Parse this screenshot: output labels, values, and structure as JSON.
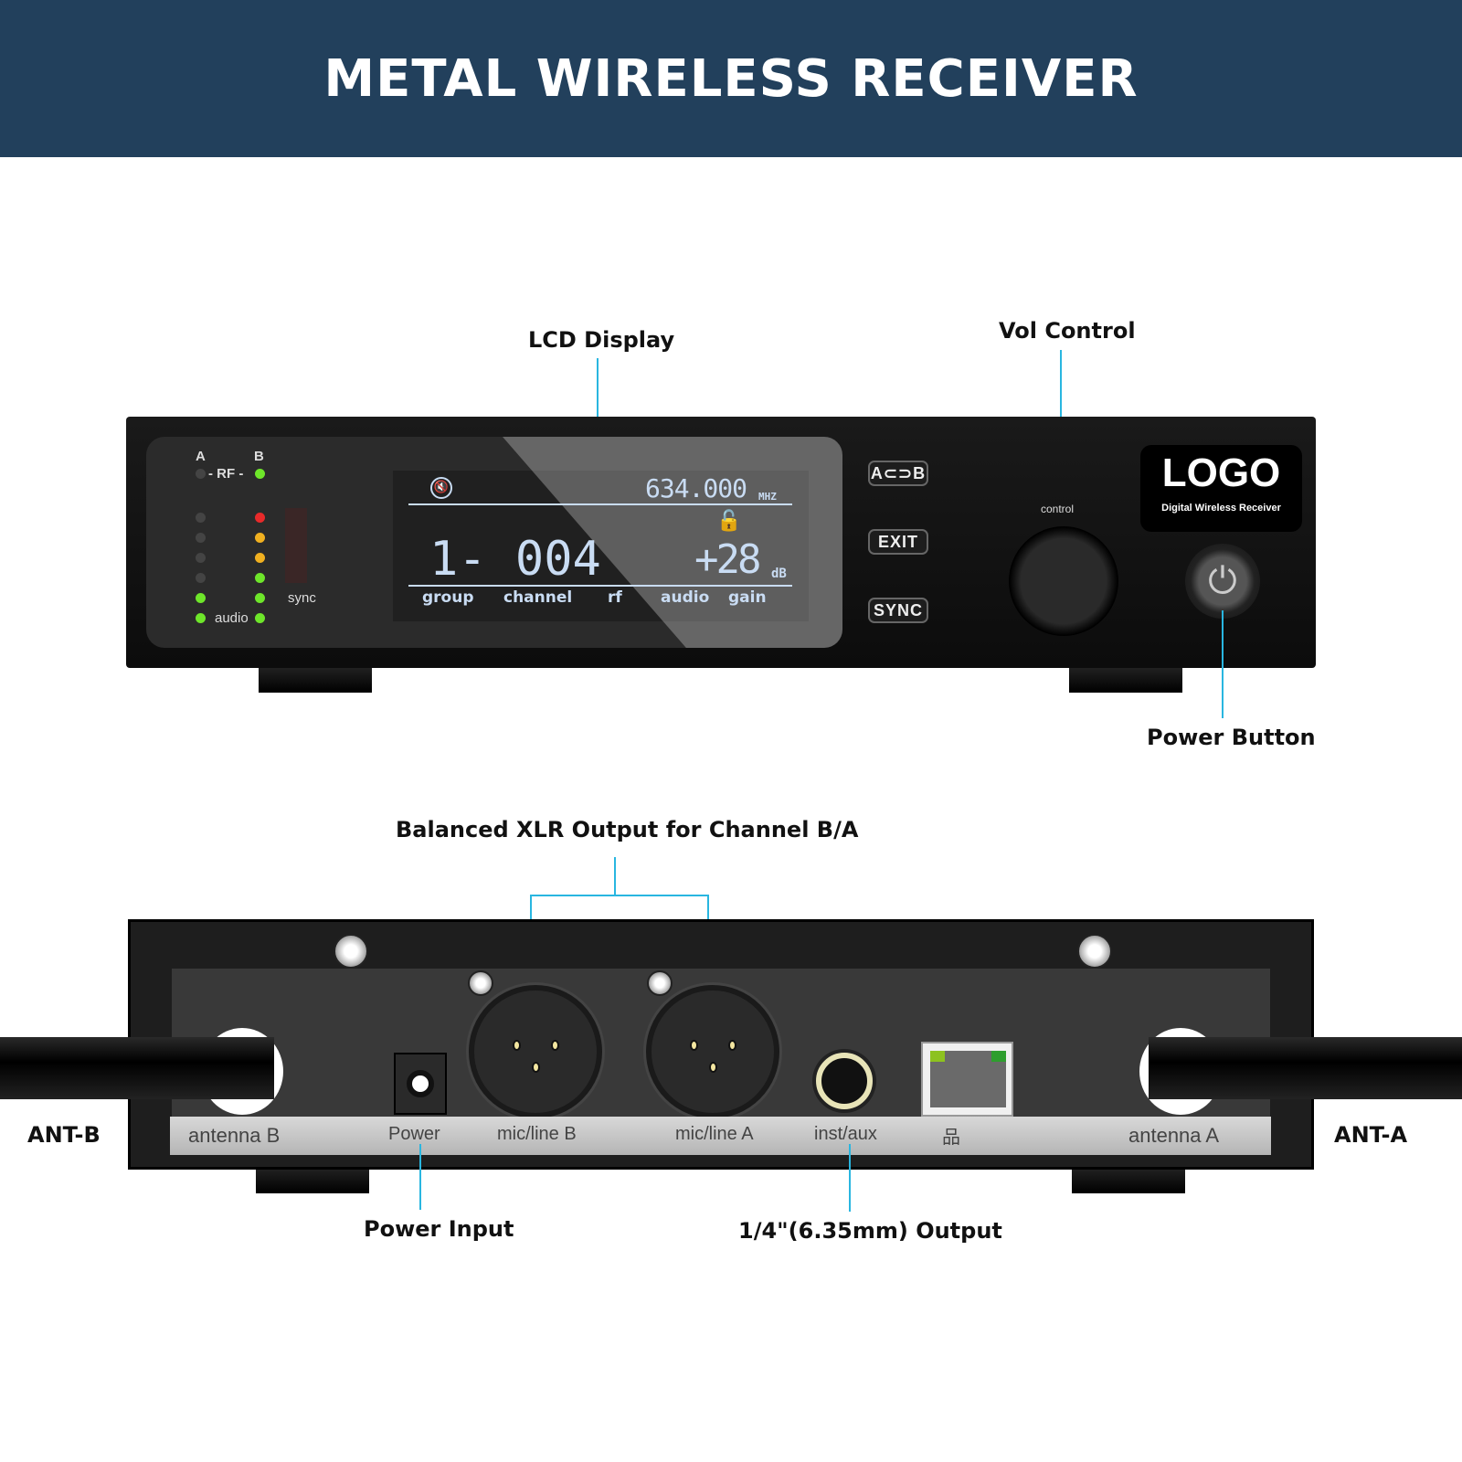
{
  "title": "METAL WIRELESS RECEIVER",
  "callouts": {
    "lcd": "LCD Display",
    "vol": "Vol Control",
    "power_button": "Power Button",
    "xlr": "Balanced XLR Output for Channel B/A",
    "power_input": "Power Input",
    "quarter_output": "1/4\"(6.35mm) Output",
    "ant_b": "ANT-B",
    "ant_a": "ANT-A"
  },
  "front": {
    "rf_a": "A",
    "rf_b": "B",
    "rf": "- RF -",
    "audio": "audio",
    "sync": "sync",
    "lcd": {
      "frequency": "634.000",
      "freq_unit": "MHZ",
      "channel": "1- 004",
      "gain": "+28",
      "gain_unit": "dB",
      "labels": [
        "group",
        "channel",
        "rf",
        "audio",
        "gain"
      ]
    },
    "buttons": [
      "A⊂⊃B",
      "EXIT",
      "SYNC"
    ],
    "control_label": "control",
    "logo": "LOGO",
    "logo_sub": "Digital Wireless Receiver"
  },
  "rear": {
    "labels": [
      "antenna B",
      "Power",
      "mic/line B",
      "mic/line A",
      "inst/aux",
      "antenna A"
    ]
  },
  "colors": {
    "banner": "#22405c",
    "callout_line": "#29b6e0",
    "led_green": "#6ee62a",
    "led_red": "#e82a2a",
    "led_amber": "#f0b020"
  }
}
